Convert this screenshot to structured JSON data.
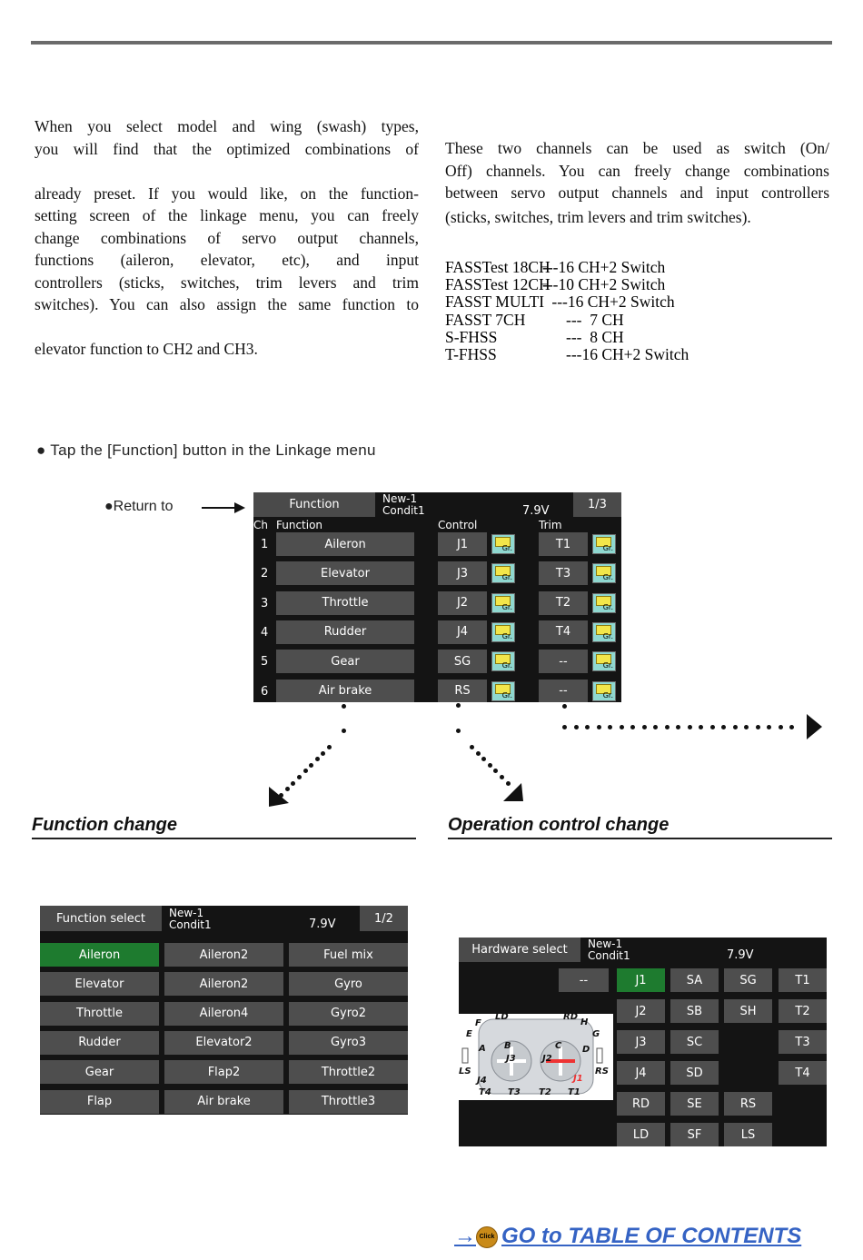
{
  "left_paragraph": [
    "When you select model and wing (swash) types,",
    "you will find that the optimized combinations of",
    "",
    "already preset. If you would like, on the function-",
    "setting screen of the linkage menu, you can freely",
    "change combinations of servo output channels,",
    "functions (aileron, elevator, etc), and input",
    "controllers (sticks, switches, trim levers and trim",
    "switches). You can also assign the same function to",
    "",
    "elevator function to CH2 and CH3."
  ],
  "right_paragraph": [
    "These two channels can be used as switch (On/",
    "Off) channels. You can freely change combinations",
    "between servo output channels and input controllers",
    "(sticks, switches, trim levers and trim switches)."
  ],
  "protocols": [
    {
      "name": "FASSTest 18CH",
      "value": "---16 CH+2 Switch"
    },
    {
      "name": "FASSTest 12CH",
      "value": "---10 CH+2 Switch"
    },
    {
      "name": "FASST MULTI",
      "value": " ---16 CH+2 Switch"
    },
    {
      "name": "FASST 7CH",
      "value": "---  7 CH"
    },
    {
      "name": "S-FHSS",
      "value": "---  8 CH"
    },
    {
      "name": "T-FHSS",
      "value": "---16 CH+2 Switch"
    }
  ],
  "tap_instruction": "● Tap the [Function] button in the Linkage menu",
  "return_label": "●Return to",
  "function_screen": {
    "title": "Function",
    "model": "New-1",
    "condition": "Condit1",
    "voltage": "7.9V",
    "page": "1/3",
    "headers": {
      "ch": "Ch",
      "function": "Function",
      "control": "Control",
      "trim": "Trim"
    },
    "gr_label": "Gr.",
    "rows": [
      {
        "ch": "1",
        "function": "Aileron",
        "control": "J1",
        "trim": "T1"
      },
      {
        "ch": "2",
        "function": "Elevator",
        "control": "J3",
        "trim": "T3"
      },
      {
        "ch": "3",
        "function": "Throttle",
        "control": "J2",
        "trim": "T2"
      },
      {
        "ch": "4",
        "function": "Rudder",
        "control": "J4",
        "trim": "T4"
      },
      {
        "ch": "5",
        "function": "Gear",
        "control": "SG",
        "trim": "--"
      },
      {
        "ch": "6",
        "function": "Air brake",
        "control": "RS",
        "trim": "--"
      }
    ]
  },
  "function_change_heading": "Function change",
  "operation_change_heading": "Operation control change",
  "function_select_screen": {
    "title": "Function select",
    "model": "New-1",
    "condition": "Condit1",
    "voltage": "7.9V",
    "page": "1/2",
    "buttons": [
      [
        "Aileron",
        "Aileron2",
        "Fuel mix"
      ],
      [
        "Elevator",
        "Aileron2",
        "Gyro"
      ],
      [
        "Throttle",
        "Aileron4",
        "Gyro2"
      ],
      [
        "Rudder",
        "Elevator2",
        "Gyro3"
      ],
      [
        "Gear",
        "Flap2",
        "Throttle2"
      ],
      [
        "Flap",
        "Air brake",
        "Throttle3"
      ]
    ],
    "selected": "Aileron"
  },
  "hardware_select_screen": {
    "title": "Hardware select",
    "model": "New-1",
    "condition": "Condit1",
    "voltage": "7.9V",
    "none_label": "--",
    "selected": "J1",
    "grid": [
      [
        "J1",
        "SA",
        "SG",
        "T1"
      ],
      [
        "J2",
        "SB",
        "SH",
        "T2"
      ],
      [
        "J3",
        "SC",
        "",
        "T3"
      ],
      [
        "J4",
        "SD",
        "",
        "T4"
      ],
      [
        "RD",
        "SE",
        "RS",
        ""
      ],
      [
        "LD",
        "SF",
        "LS",
        ""
      ]
    ],
    "tx_labels": {
      "ld": "LD",
      "rd": "RD",
      "f": "F",
      "h": "H",
      "e": "E",
      "g": "G",
      "a": "A",
      "b": "B",
      "c": "C",
      "d": "D",
      "j3": "J3",
      "j2": "J2",
      "j4": "J4",
      "j1": "J1",
      "ls": "LS",
      "rs": "RS",
      "t4": "T4",
      "t3": "T3",
      "t2": "T2",
      "t1": "T1"
    }
  },
  "toc_link": {
    "arrow": "→",
    "click_label": "Click",
    "text": "GO to TABLE OF CONTENTS"
  },
  "colors": {
    "screen_bg": "#141414",
    "button": "#4e4e4e",
    "selected": "#1e7b2f",
    "toc_link": "#3563c4"
  }
}
